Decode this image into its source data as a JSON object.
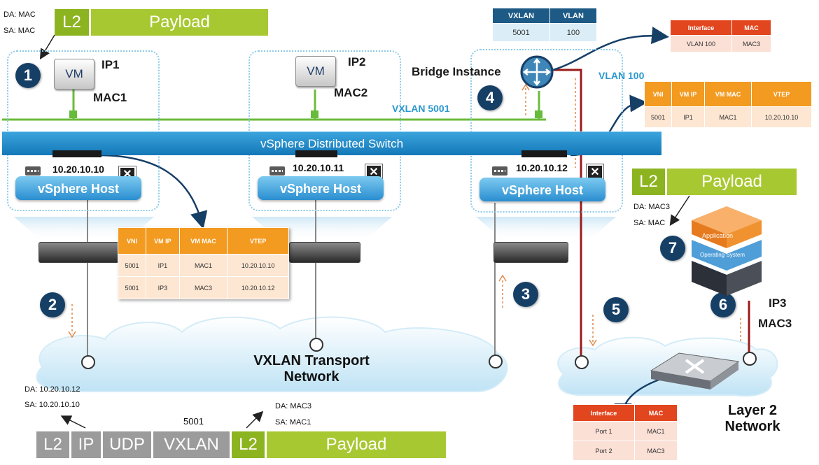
{
  "frame_top_left": {
    "l2": "L2",
    "payload": "Payload",
    "da": "DA: MAC",
    "sa": "SA: MAC"
  },
  "frame_right": {
    "l2": "L2",
    "payload": "Payload",
    "da": "DA: MAC3",
    "sa": "SA: MAC"
  },
  "hosts": [
    {
      "vm": "VM",
      "ip": "IP1",
      "mac": "MAC1",
      "vtep_ip": "10.20.10.10",
      "host_label": "vSphere Host"
    },
    {
      "vm": "VM",
      "ip": "IP2",
      "mac": "MAC2",
      "vtep_ip": "10.20.10.11",
      "host_label": "vSphere Host"
    },
    {
      "vtep_ip": "10.20.10.12",
      "host_label": "vSphere Host"
    }
  ],
  "bridge_label": "Bridge Instance",
  "vxlan_label": "VXLAN 5001",
  "vlan_label": "VLAN 100",
  "vds_label": "vSphere Distributed Switch",
  "steps": [
    "1",
    "2",
    "3",
    "4",
    "5",
    "6",
    "7"
  ],
  "vxlan_vlan_table": {
    "headers": [
      "VXLAN",
      "VLAN"
    ],
    "rows": [
      [
        "5001",
        "100"
      ]
    ]
  },
  "interface_mac_top": {
    "headers": [
      "Interface",
      "MAC"
    ],
    "rows": [
      [
        "VLAN 100",
        "MAC3"
      ]
    ]
  },
  "vtep_table_right": {
    "headers": [
      "VNI",
      "VM IP",
      "VM MAC",
      "VTEP"
    ],
    "rows": [
      [
        "5001",
        "IP1",
        "MAC1",
        "10.20.10.10"
      ]
    ]
  },
  "vtep_table_center": {
    "headers": [
      "VNI",
      "VM IP",
      "VM MAC",
      "VTEP"
    ],
    "rows": [
      [
        "5001",
        "IP1",
        "MAC1",
        "10.20.10.10"
      ],
      [
        "5001",
        "IP3",
        "MAC3",
        "10.20.10.12"
      ]
    ]
  },
  "interface_mac_bottom": {
    "headers": [
      "Interface",
      "MAC"
    ],
    "rows": [
      [
        "Port 1",
        "MAC1"
      ],
      [
        "Port 2",
        "MAC3"
      ]
    ]
  },
  "transport_network": {
    "line1": "VXLAN Transport",
    "line2": "Network"
  },
  "layer2_network": {
    "line1": "Layer 2",
    "line2": "Network"
  },
  "server_ip": "IP3",
  "server_mac": "MAC3",
  "server_layers": [
    "Application",
    "Operating System"
  ],
  "bottom_frame": {
    "outer_da": "DA: 10.20.10.12",
    "outer_sa": "SA: 10.20.10.10",
    "vni": "5001",
    "inner_da": "DA: MAC3",
    "inner_sa": "SA: MAC1",
    "segments": [
      "L2",
      "IP",
      "UDP",
      "VXLAN",
      "L2",
      "Payload"
    ]
  }
}
